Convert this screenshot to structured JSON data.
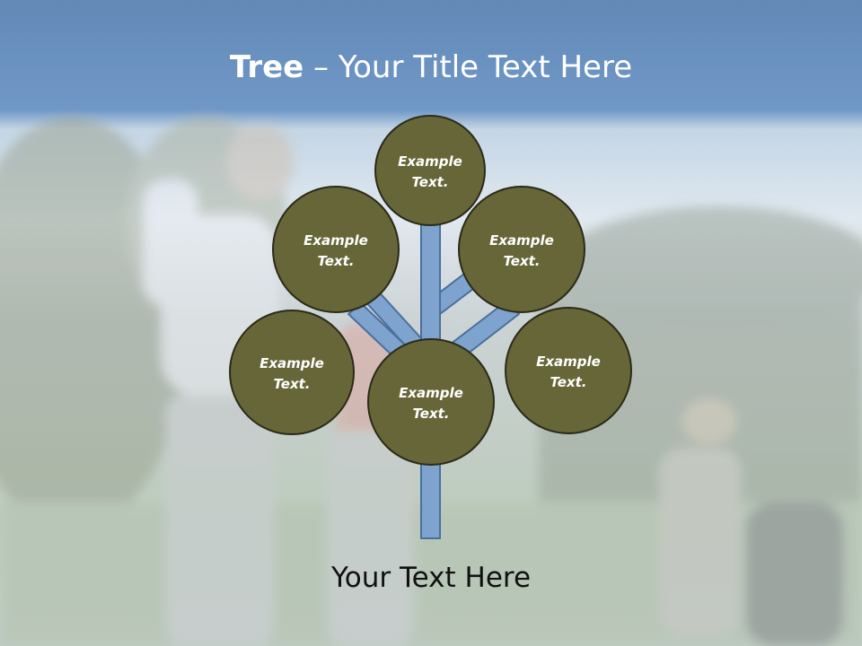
{
  "title": {
    "bold": "Tree",
    "dash": "–",
    "rest": "Your Title Text Here"
  },
  "nodes": [
    {
      "label_line1": "Example",
      "label_line2": "Text."
    },
    {
      "label_line1": "Example",
      "label_line2": "Text."
    },
    {
      "label_line1": "Example",
      "label_line2": "Text."
    },
    {
      "label_line1": "Example",
      "label_line2": "Text."
    },
    {
      "label_line1": "Example",
      "label_line2": "Text."
    },
    {
      "label_line1": "Example",
      "label_line2": "Text."
    }
  ],
  "caption": "Your Text Here",
  "colors": {
    "circle_fill": "#676638",
    "circle_stroke": "#2b2b18",
    "branch_fill": "#7fa3cf",
    "branch_stroke": "#4a6f9a",
    "header_blue": "#4d7fb9"
  }
}
